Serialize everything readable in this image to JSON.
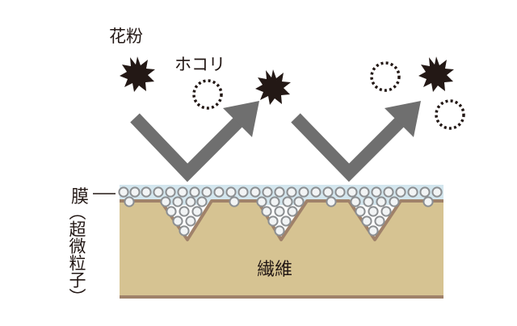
{
  "labels": {
    "pollen": "花粉",
    "dust": "ホコリ",
    "membrane": "膜",
    "particle": "（超微粒子）",
    "fiber": "繊維"
  },
  "icons": {
    "pollen": "pollen-icon",
    "dust": "dust-icon",
    "arrow": "bounce-arrow",
    "particle": "particle-circle"
  },
  "colors": {
    "pollen": "#231815",
    "dust": "#231815",
    "arrow": "#6f6f6f",
    "membrane": "#d3e6ee",
    "particle_stroke": "#8c8f92",
    "particle_fill": "#f2f4f5",
    "fiber": "#d6c392",
    "fiber_edge": "#a0826a",
    "text": "#231815"
  }
}
